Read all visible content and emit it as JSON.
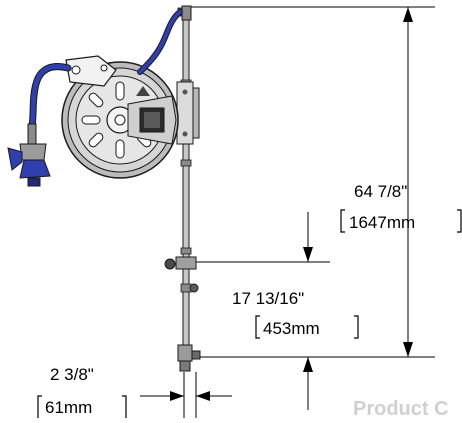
{
  "dimensions": {
    "overall_height": {
      "imperial": "64 7/8\"",
      "metric": "1647mm"
    },
    "mount_height": {
      "imperial": "17 13/16\"",
      "metric": "453mm"
    },
    "offset": {
      "imperial": "2 3/8\"",
      "metric": "61mm"
    }
  },
  "watermark": "Product C",
  "colors": {
    "hose_blue": "#2f3fae",
    "reel_gray": "#bcbcbc",
    "reel_light": "#e6e6e6",
    "metal": "#9a9a9a",
    "outline": "#1a1a1a"
  }
}
